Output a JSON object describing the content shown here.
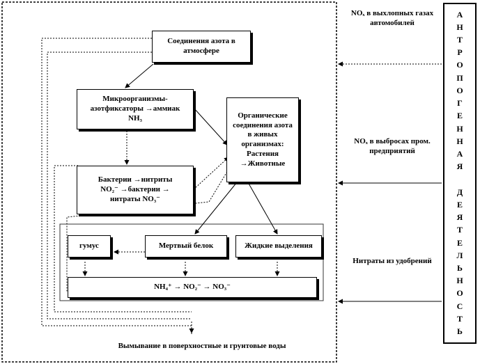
{
  "diagram": {
    "atmosphere": "Соединения азота в атмосфере",
    "microorganisms": "Микроорганизмы-азотфиксаторы →аммиак NH₃",
    "bacteria_line1": "Бактерии →нитриты",
    "bacteria_line2": "NO₂⁻ →бактерии →",
    "bacteria_line3": "нитраты NO₃⁻",
    "organic": "Органические соединения азота в живых организмах: Растения →Животные",
    "humus": "гумус",
    "dead_protein": "Мертвый белок",
    "excretions": "Жидкие выделения",
    "chain": "NH₄⁺ → NO₂⁻ → NO₃⁻",
    "washout": "Вымывание в поверхностные и грунтовые воды",
    "no_auto": "NOₓ в выхлопных газах автомобилей",
    "no_industry": "NOₓ в выбросах пром. предприятий",
    "fertilizers": "Нитраты из удобрений",
    "vertical_letters": [
      "А",
      "Н",
      "Т",
      "Р",
      "О",
      "П",
      "О",
      "Г",
      "Е",
      "Н",
      "Н",
      "А",
      "Я",
      "",
      "Д",
      "Е",
      "Я",
      "Т",
      "Е",
      "Л",
      "Ь",
      "Н",
      "О",
      "С",
      "Т",
      "Ь"
    ]
  }
}
